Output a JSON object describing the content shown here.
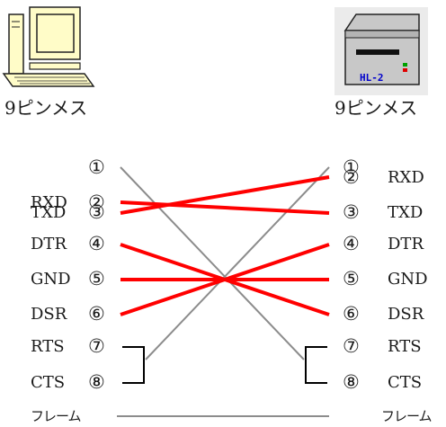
{
  "left_device": {
    "icon": "desktop-computer-icon",
    "connector_label": "9ピンメス"
  },
  "right_device": {
    "icon": "hl-2-device-icon",
    "model_label": "HL-2",
    "connector_label": "9ピンメス"
  },
  "pins": [
    {
      "number": "①",
      "signal": ""
    },
    {
      "number": "②",
      "signal": "RXD"
    },
    {
      "number": "③",
      "signal": "TXD"
    },
    {
      "number": "④",
      "signal": "DTR"
    },
    {
      "number": "⑤",
      "signal": "GND"
    },
    {
      "number": "⑥",
      "signal": "DSR"
    },
    {
      "number": "⑦",
      "signal": "RTS"
    },
    {
      "number": "⑧",
      "signal": "CTS"
    }
  ],
  "frame_label": "フレーム",
  "colors": {
    "cross_wire": "#ff0000",
    "ground_wire": "#8c8c8c",
    "loopback": "#000000",
    "computer_body": "#fffcc8",
    "device_body": "#c8c8c8",
    "device_label": "#0000cc"
  }
}
